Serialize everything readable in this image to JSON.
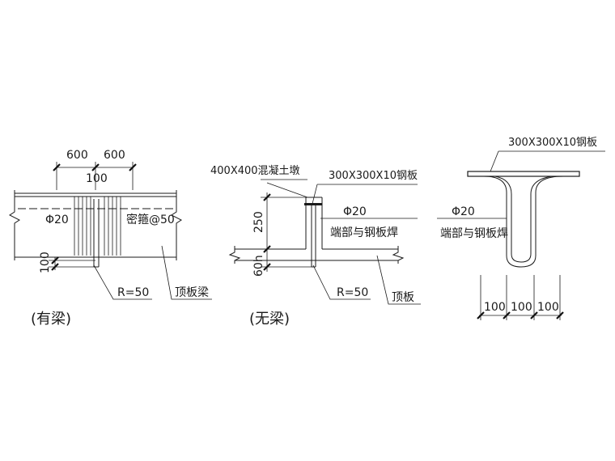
{
  "detail_with_beam": {
    "dim_left": "600",
    "dim_right": "600",
    "dim_center": "100",
    "dim_vertical": "100",
    "bar_label": "Φ20",
    "stirrup_label": "密箍@50",
    "radius_label": "R=50",
    "roof_beam_label": "顶板梁",
    "caption": "(有梁)"
  },
  "detail_without_beam": {
    "pier_label": "400X400混凝土墩",
    "plate_label": "300X300X10钢板",
    "bar_label": "Φ20",
    "weld_label": "端部与钢板焊",
    "dim_250": "250",
    "dim_bottom": "60h",
    "radius_label": "R=50",
    "roof_label": "顶板",
    "caption": "(无梁)"
  },
  "detail_hook": {
    "plate_label": "300X300X10钢板",
    "bar_label": "Φ20",
    "weld_label": "端部与钢板焊",
    "dims": [
      "100",
      "100",
      "100"
    ]
  }
}
